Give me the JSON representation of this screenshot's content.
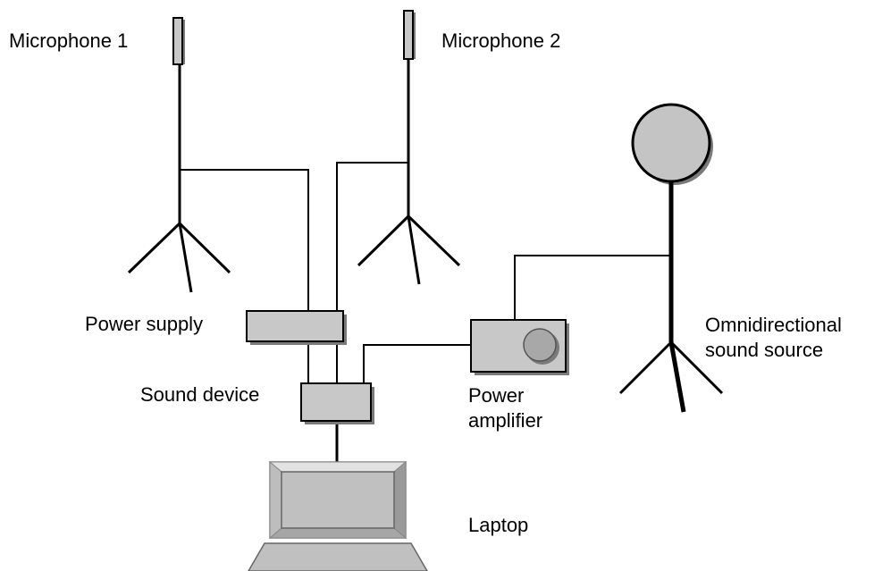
{
  "labels": {
    "microphone_1": "Microphone 1",
    "microphone_2": "Microphone 2",
    "power_supply": "Power supply",
    "sound_device": "Sound device",
    "power_amplifier_line1": "Power",
    "power_amplifier_line2": "amplifier",
    "omni_source_line1": "Omnidirectional",
    "omni_source_line2": "sound source",
    "laptop": "Laptop"
  },
  "colors": {
    "line": "#000000",
    "device_fill": "#c8c8c8",
    "device_shadow": "#7a7a7a",
    "sphere_fill": "#c4c4c4",
    "laptop_fill": "#c0c0c0",
    "laptop_frame": "#d4d4d4"
  }
}
